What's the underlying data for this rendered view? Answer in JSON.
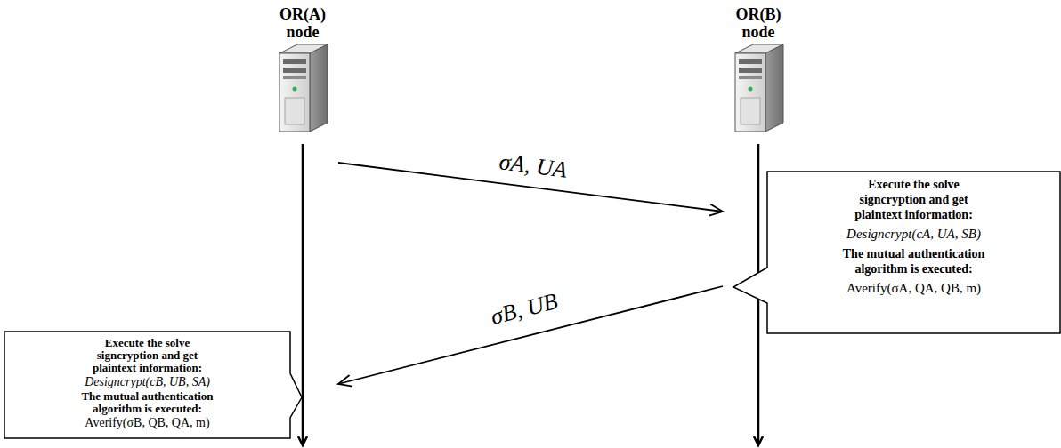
{
  "diagram": {
    "nodes": [
      {
        "text": [
          "OR(A) node"
        ]
      },
      {
        "text": [
          "OR(B) node"
        ]
      },
      {
        "text": [
          "Execute the solve signcryption and get plaintext information:",
          "Designcrypt(cA, UA, SB)",
          "The mutual authentication algorithm is executed:",
          "Averify(σA, QA, QB, m)"
        ]
      },
      {
        "text": [
          "Execute the solve signcryption and get plaintext information:",
          "Designcrypt(cB, UB, SA)",
          "The mutual authentication algorithm is executed:",
          "Averify(σB, QB, QA, m)"
        ]
      }
    ],
    "edges": [
      {
        "from": 0,
        "to": 1,
        "label": "σA, UA",
        "arrow": "to"
      },
      {
        "from": 1,
        "to": 0,
        "label": "σB, UB",
        "arrow": "to"
      }
    ]
  }
}
